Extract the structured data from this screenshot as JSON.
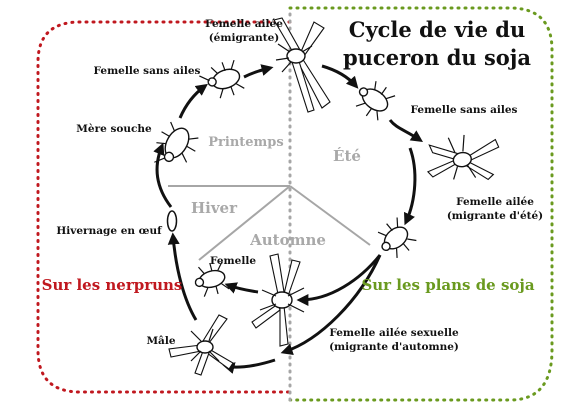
{
  "title": {
    "line1": "Cycle de vie du",
    "line2": "puceron du soja"
  },
  "seasons": {
    "spring": "Printemps",
    "summer": "Été",
    "winter": "Hiver",
    "autumn": "Automne"
  },
  "hosts": {
    "buckthorn": "Sur les nerpruns",
    "soybean": "Sur les plans de soja"
  },
  "stages": {
    "winged_emigrant": [
      "Femelle ailée",
      "(émigrante)"
    ],
    "wingless_female_spring": [
      "Femelle sans ailes"
    ],
    "stem_mother": [
      "Mère souche"
    ],
    "overwintering_egg": [
      "Hivernage en œuf"
    ],
    "wingless_female_summer": [
      "Femelle sans ailes"
    ],
    "winged_summer_migrant": [
      "Femelle ailée",
      "(migrante d'été)"
    ],
    "female": [
      "Femelle"
    ],
    "male": [
      "Mâle"
    ],
    "sexual_fall_migrant": [
      "Femelle ailée sexuelle",
      "(migrante d'automne)"
    ]
  },
  "colors": {
    "buckthorn": "#c0181f",
    "soybean": "#6a9a1f",
    "divider": "#a6a6a6",
    "season_text": "#a9a9a9"
  },
  "icons": [
    "aphid-icon",
    "winged-aphid-icon",
    "egg-icon",
    "cycle-arrow-icon"
  ]
}
